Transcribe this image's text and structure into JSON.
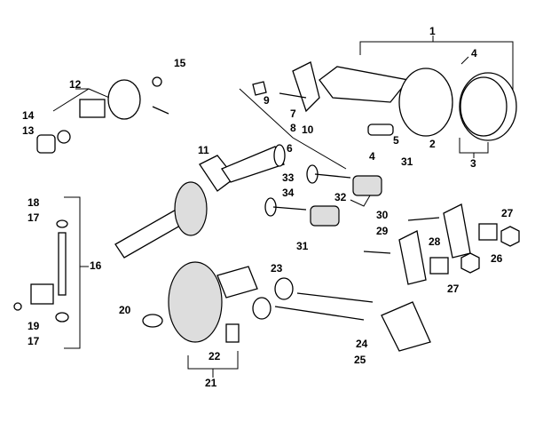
{
  "diagram": {
    "title": "Engine internal parts exploded view",
    "callouts": [
      "1",
      "4",
      "15",
      "12",
      "9",
      "7",
      "8",
      "10",
      "6",
      "5",
      "2",
      "4",
      "31",
      "3",
      "14",
      "13",
      "11",
      "33",
      "34",
      "32",
      "30",
      "18",
      "17",
      "16",
      "29",
      "27",
      "28",
      "26",
      "31",
      "23",
      "27",
      "20",
      "19",
      "17",
      "24",
      "25",
      "22",
      "21"
    ]
  }
}
